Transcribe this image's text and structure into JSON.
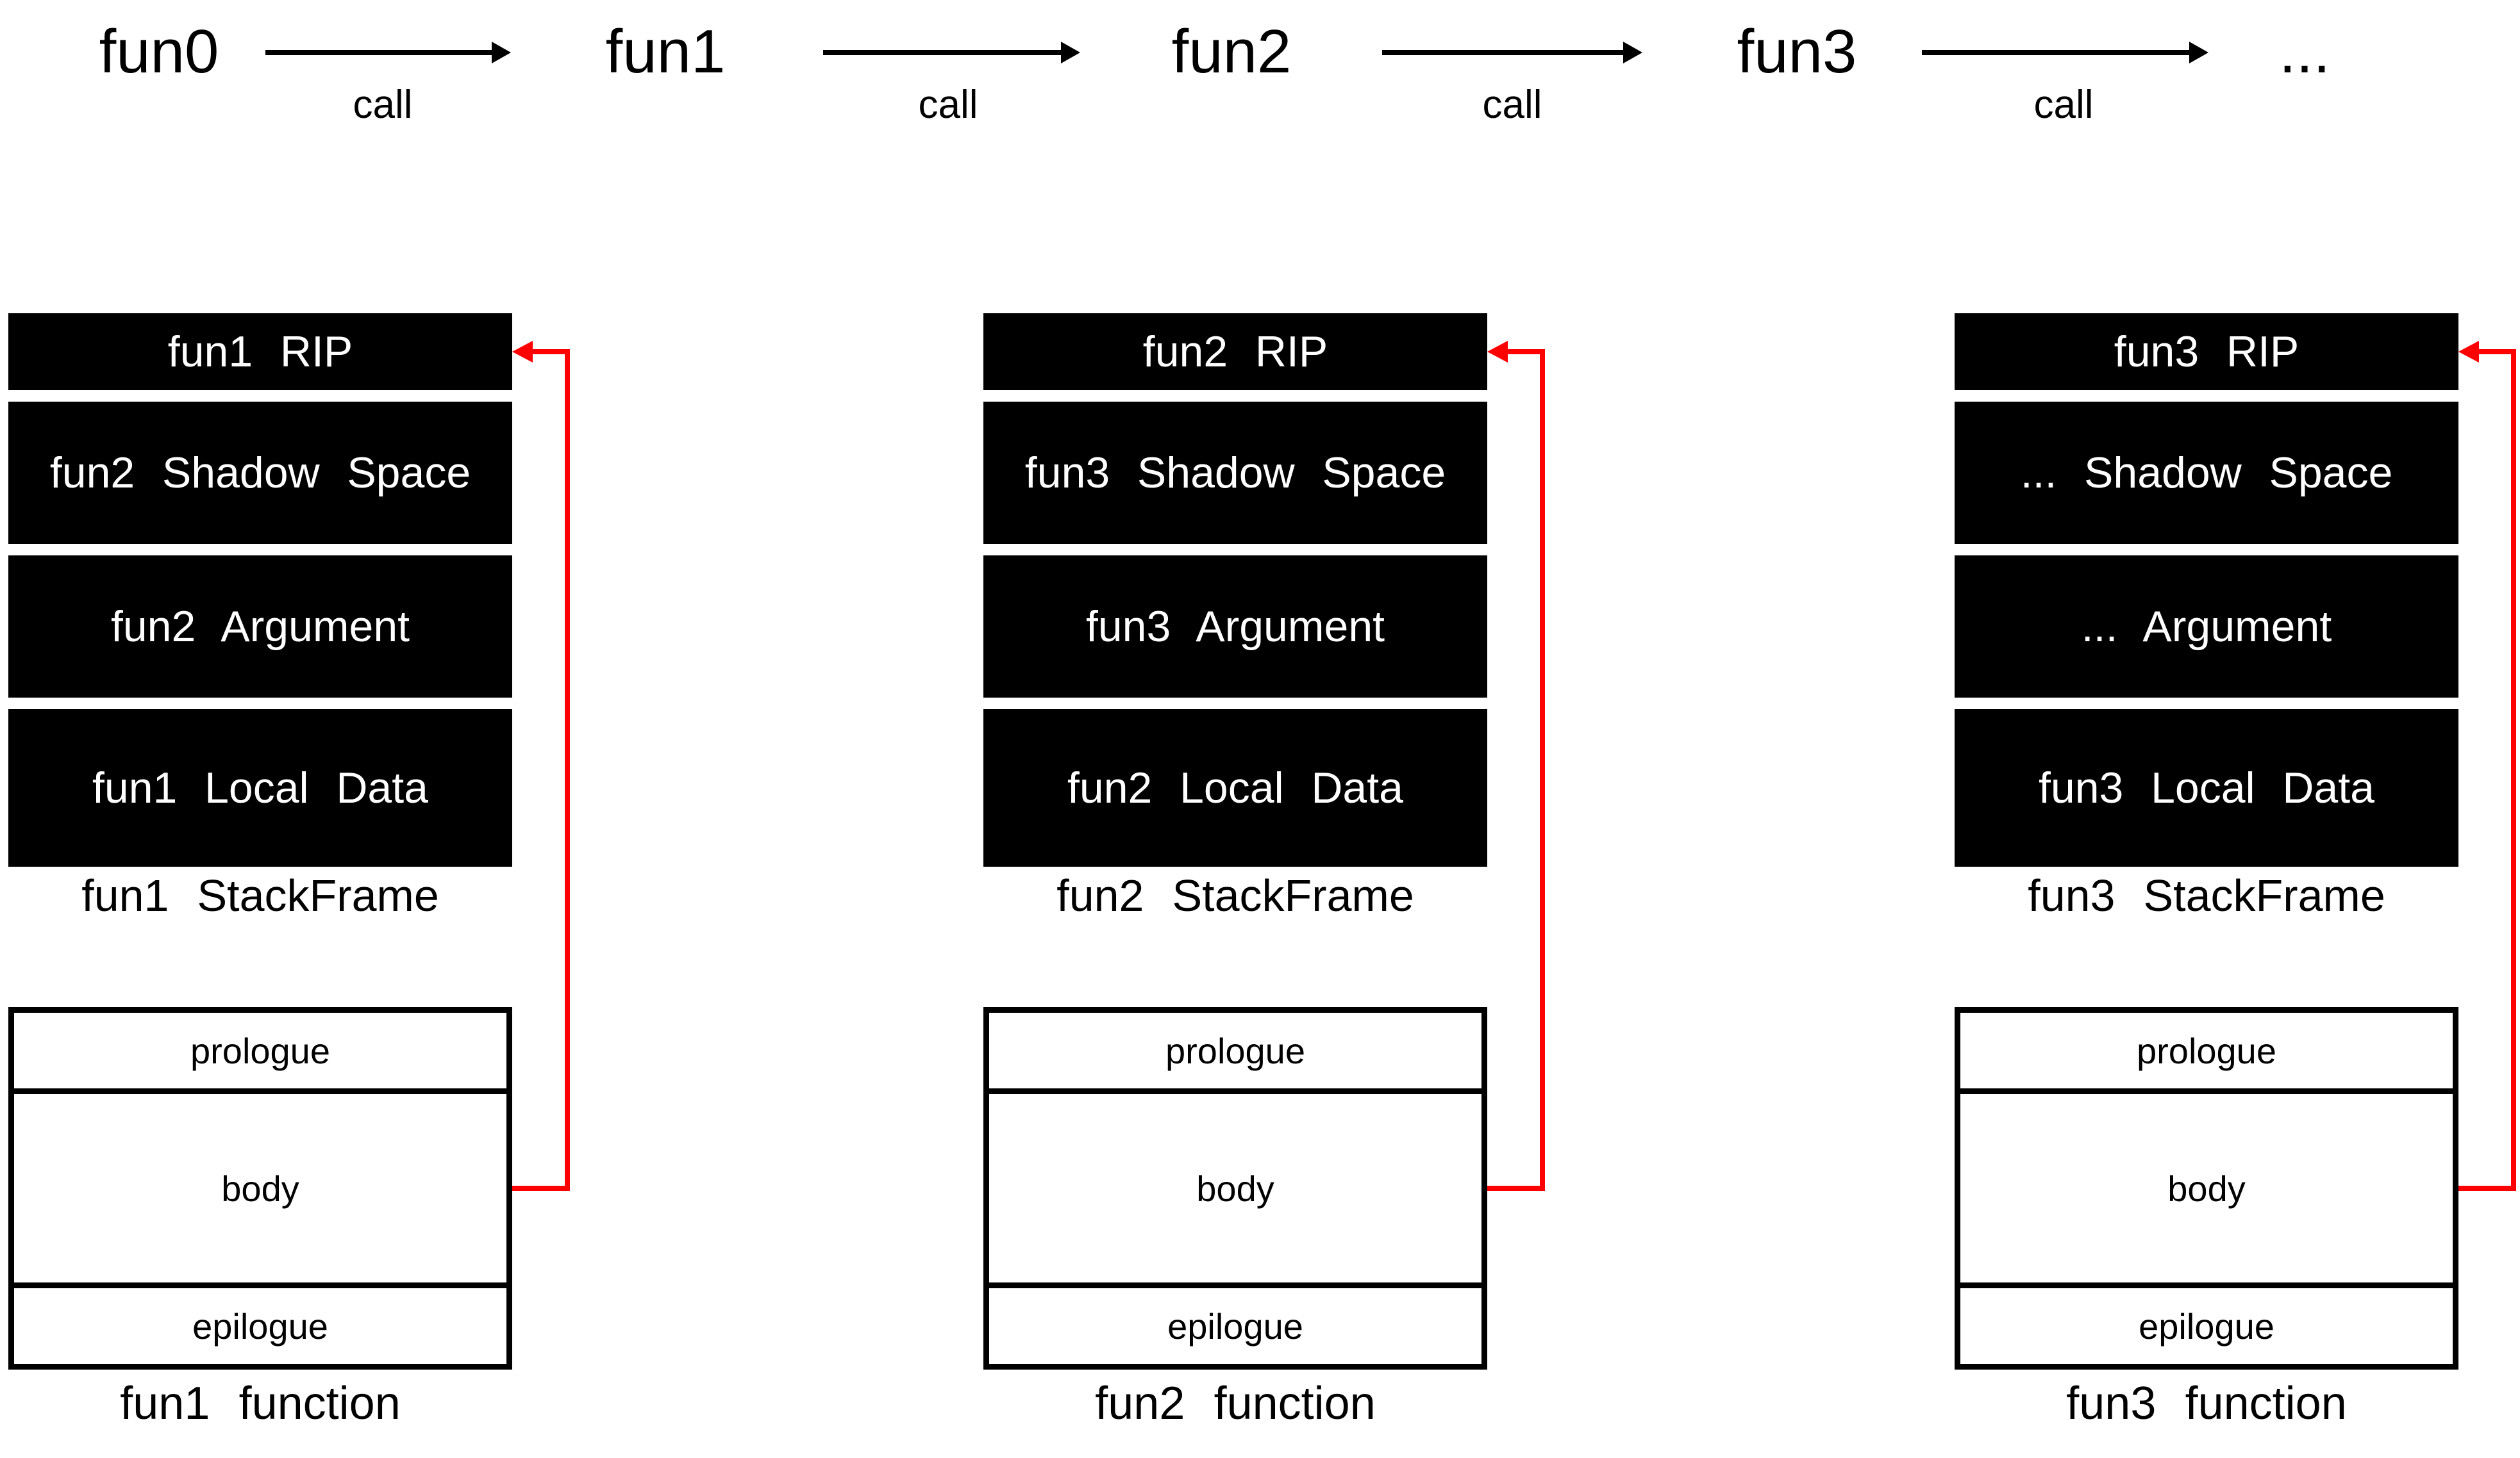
{
  "call_chain": {
    "nodes": [
      "fun0",
      "fun1",
      "fun2",
      "fun3",
      "..."
    ],
    "links": [
      {
        "label": "call"
      },
      {
        "label": "call"
      },
      {
        "label": "call"
      },
      {
        "label": "call"
      }
    ]
  },
  "columns": [
    {
      "stack_frame": {
        "cells": [
          "fun1 RIP",
          "fun2 Shadow Space",
          "fun2 Argument",
          "fun1 Local Data"
        ],
        "label": "fun1 StackFrame"
      },
      "function_box": {
        "sections": [
          "prologue",
          "body",
          "epilogue"
        ],
        "label": "fun1 function"
      }
    },
    {
      "stack_frame": {
        "cells": [
          "fun2 RIP",
          "fun3 Shadow Space",
          "fun3 Argument",
          "fun2 Local Data"
        ],
        "label": "fun2 StackFrame"
      },
      "function_box": {
        "sections": [
          "prologue",
          "body",
          "epilogue"
        ],
        "label": "fun2 function"
      }
    },
    {
      "stack_frame": {
        "cells": [
          "fun3 RIP",
          "... Shadow Space",
          "... Argument",
          "fun3 Local Data"
        ],
        "label": "fun3 StackFrame"
      },
      "function_box": {
        "sections": [
          "prologue",
          "body",
          "epilogue"
        ],
        "label": "fun3 function"
      }
    }
  ],
  "colors": {
    "cell_background": "#000000",
    "cell_text": "#ffffff",
    "flow_arrow": "#000000",
    "return_arrow": "#ff0000",
    "page_background": "#ffffff"
  }
}
